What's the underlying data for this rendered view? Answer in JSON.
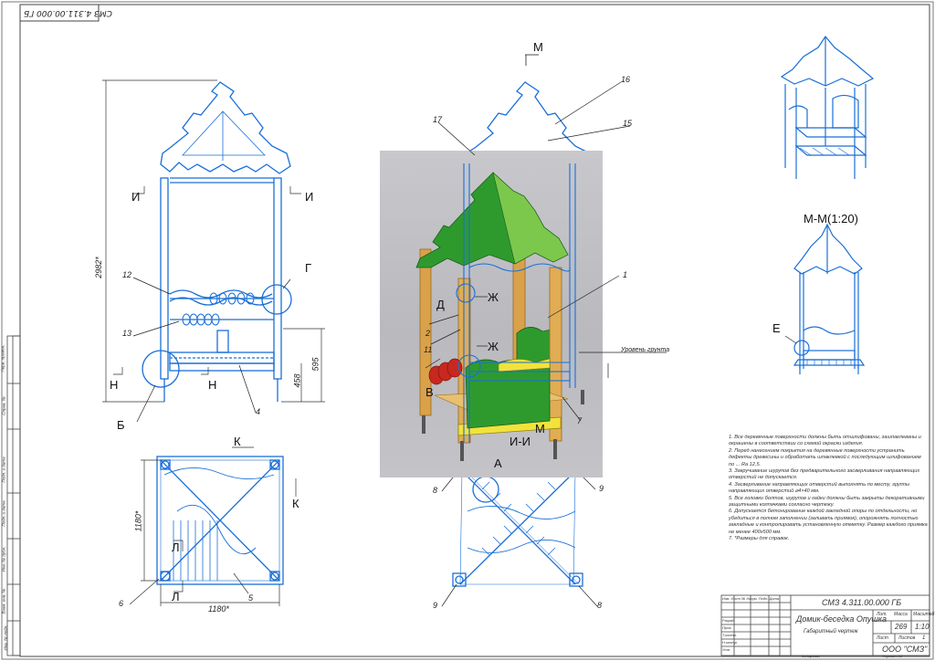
{
  "stamp": {
    "code_rotated": "СМЗ 4.311.00.000 ГБ"
  },
  "views": {
    "section_mm": "М-М(1:20)",
    "cut_m_top": "М",
    "cut_i_left": "И",
    "cut_i_right": "И",
    "cut_n_left": "Н",
    "cut_n_right": "Н",
    "cut_k_top": "К",
    "cut_k_right": "К",
    "cut_l_top": "Л",
    "cut_l_bottom": "Л",
    "node_g": "Г",
    "node_b": "Б",
    "node_a": "А",
    "node_e": "Е",
    "render_d": "Д",
    "render_zh1": "Ж",
    "render_zh2": "Ж",
    "render_v": "В",
    "render_m": "М",
    "render_ii": "И-И"
  },
  "dimensions": {
    "height_total": "2982*",
    "h1": "595",
    "h2": "458",
    "depth": "1180*",
    "width": "1180*"
  },
  "callouts": {
    "c1": "1",
    "c2": "2",
    "c4": "4",
    "c5": "5",
    "c6": "6",
    "c7": "7",
    "c8a": "8",
    "c8b": "8",
    "c9a": "9",
    "c9b": "9",
    "c11": "11",
    "c12": "12",
    "c13": "13",
    "c15": "15",
    "c16": "16",
    "c17": "17"
  },
  "ground_label": "Уровень грунта",
  "notes": [
    "1. Все деревянные поверхности должны быть отшлифованы, зашпаклеваны и окрашены в соответствии со схемой окраски изделия.",
    "2. Перед нанесением покрытия на деревянные поверхности устранить дефекты древесины и обработать шпаклевкой с последующим шлифованием по ... Ra 12,5.",
    "3. Закручивание шурупов без предварительного засверливания направляющих отверстий не допускается.",
    "4. Засверливание направляющих отверстий выполнять по месту, группы направляющих отверстий ⌀4×40 мм.",
    "5. Все головки болтов, шурупов и гайки должны быть закрыты декоративными защитными колпачками согласно чертежу.",
    "6. Допускается бетонирование каждой закладной опоры по отдельности, но убедиться в полном заполнении (заливать приямок), опорожнять полностью закладные и контролировать установленную отметку. Размер каждого приямка не менее 400х500 мм.",
    "7. *Размеры для справок."
  ],
  "title_block": {
    "doc_code": "СМЗ 4.311.00.000 ГБ",
    "name": "Домик-беседка Опушка",
    "subtitle": "Габаритный чертеж",
    "lit_header": "Лит.",
    "mass_header": "Масса",
    "scale_header": "Масштаб",
    "mass": "269",
    "scale": "1:10",
    "sheet_label": "Лист",
    "sheets_label": "Листов",
    "sheets": "1",
    "company": "ООО \"СМЗ\"",
    "copy": "Копировал",
    "format": "Формат  А3",
    "row1": "Изм. Лист  № докум.  Подп.  Дата",
    "row2": "Разраб.",
    "row3": "Пров.",
    "row4": "Т.контр.",
    "row5": "Н.контр.",
    "row6": "Утв."
  },
  "side_strip": {
    "s1": "Перв. примен.",
    "s2": "Справ. №",
    "s3": "Подп. и дата",
    "s4": "Инв. № дубл.",
    "s5": "Взам. инв. №",
    "s6": "Подп. и дата",
    "s7": "Инв. № подл."
  },
  "colors": {
    "drawing": "#1a6fd8",
    "leader": "#222222",
    "frame": "#444444",
    "roof_green": "#2e9a2e",
    "roof_light": "#7cc84c",
    "post_wood": "#d9a24a",
    "floor_yellow": "#f2e23c",
    "seat_red": "#c8281e",
    "render_bg": "#c2c2c6"
  }
}
